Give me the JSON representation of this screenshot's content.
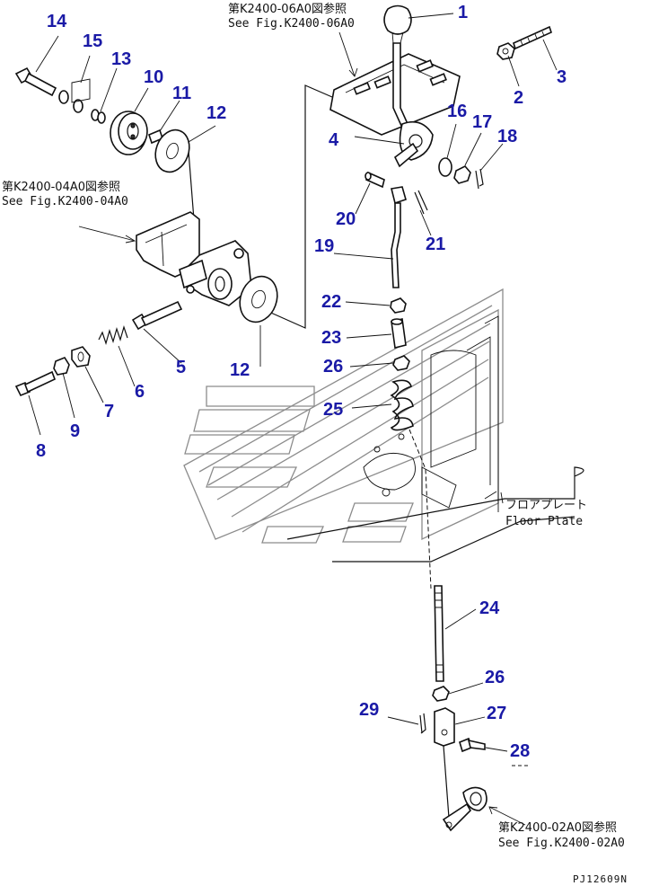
{
  "diagram": {
    "drawing_code": "PJ12609N",
    "references": {
      "top": {
        "jp": "第K2400-06A0図参照",
        "en": "See Fig.K2400-06A0"
      },
      "left": {
        "jp": "第K2400-04A0図参照",
        "en": "See Fig.K2400-04A0"
      },
      "bottom": {
        "jp": "第K2400-02A0図参照",
        "en": "See Fig.K2400-02A0"
      }
    },
    "floor_plate": {
      "jp": "フロアプレート",
      "en": "Floor Plate"
    },
    "callouts": {
      "p1": "1",
      "p2": "2",
      "p3": "3",
      "p4": "4",
      "p5": "5",
      "p6": "6",
      "p7": "7",
      "p8": "8",
      "p9": "9",
      "p10": "10",
      "p11": "11",
      "p12a": "12",
      "p12b": "12",
      "p13": "13",
      "p14": "14",
      "p15": "15",
      "p16": "16",
      "p17": "17",
      "p18": "18",
      "p19": "19",
      "p20": "20",
      "p21": "21",
      "p22": "22",
      "p23": "23",
      "p24": "24",
      "p25": "25",
      "p26a": "26",
      "p26b": "26",
      "p27": "27",
      "p28": "28",
      "p29": "29"
    }
  }
}
